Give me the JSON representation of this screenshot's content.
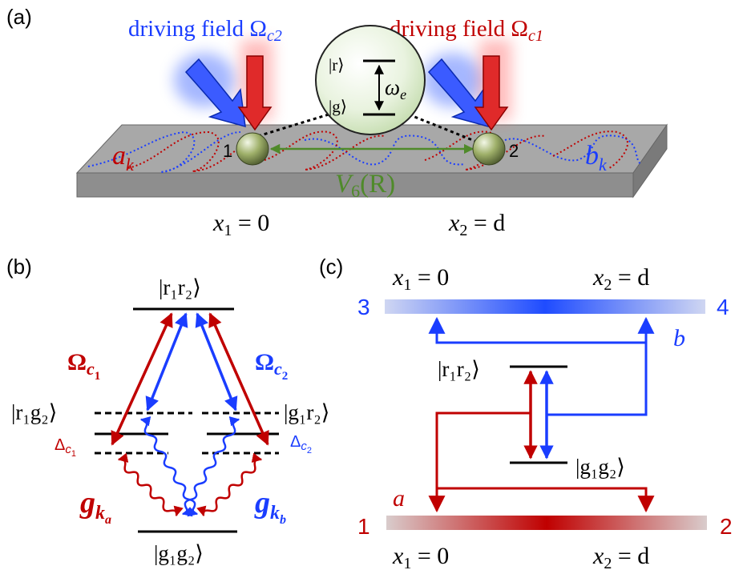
{
  "colors": {
    "red": "#c00000",
    "blue": "#1a3dff",
    "green": "#4f8a2a",
    "gray_slab": "#a6a6a6",
    "black": "#000000"
  },
  "panel_a": {
    "panel_label": "(a)",
    "drive_left_text": "driving field Ω",
    "drive_left_sub": "c2",
    "drive_right_text": "driving field Ω",
    "drive_right_sub": "c1",
    "state_r": "|r⟩",
    "state_g": "|g⟩",
    "omega": "ω",
    "omega_sub": "e",
    "atom1": "1",
    "atom2": "2",
    "mode_a": "a",
    "mode_a_sub": "k",
    "mode_b": "b",
    "mode_b_sub": "k",
    "vdw": "V",
    "vdw_sub": "6",
    "vdw_arg": "(R)",
    "x1_var": "x",
    "x1_sub": "1",
    "x1_rest": " = 0",
    "x2_var": "x",
    "x2_sub": "2",
    "x2_rest": " = d"
  },
  "panel_b": {
    "panel_label": "(b)",
    "top_state": "|r₁r₂⟩",
    "left_state": "|r₁g₂⟩",
    "right_state": "|g₁r₂⟩",
    "bottom_state": "|g₁g₂⟩",
    "omega_left": "Ω",
    "omega_left_sub": "c",
    "omega_left_subsub": "1",
    "omega_right": "Ω",
    "omega_right_sub": "c",
    "omega_right_subsub": "2",
    "delta_left": "Δ",
    "delta_left_sub": "c",
    "delta_left_subsub": "1",
    "delta_right": "Δ",
    "delta_right_sub": "c",
    "delta_right_subsub": "2",
    "g_left": "g",
    "g_left_sub": "k",
    "g_left_subsub": "a",
    "g_right": "g",
    "g_right_sub": "k",
    "g_right_subsub": "b"
  },
  "panel_c": {
    "panel_label": "(c)",
    "top_x1_var": "x",
    "top_x1_sub": "1",
    "top_x1_rest": " = 0",
    "top_x2_var": "x",
    "top_x2_sub": "2",
    "top_x2_rest": " = d",
    "port3": "3",
    "port4": "4",
    "port1": "1",
    "port2": "2",
    "mode_b": "b",
    "mode_a": "a",
    "upper_state": "|r₁r₂⟩",
    "lower_state": "|g₁g₂⟩",
    "bot_x1_var": "x",
    "bot_x1_sub": "1",
    "bot_x1_rest": " = 0",
    "bot_x2_var": "x",
    "bot_x2_sub": "2",
    "bot_x2_rest": " = d"
  }
}
